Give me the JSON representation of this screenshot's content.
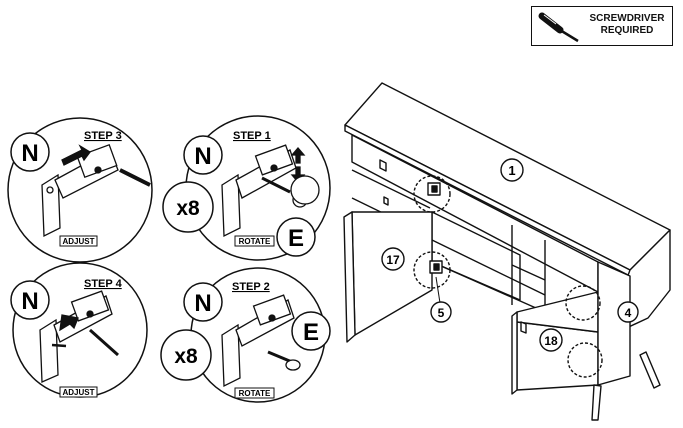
{
  "notice": {
    "line1": "SCREWDRIVER",
    "line2": "REQUIRED",
    "icon": "screwdriver-icon"
  },
  "steps": [
    {
      "step": "STEP 3",
      "part": "N",
      "action": "ADJUST"
    },
    {
      "step": "STEP 1",
      "part": "N",
      "action": "ROTATE",
      "qty": "x8",
      "fastener": "E"
    },
    {
      "step": "STEP 4",
      "part": "N",
      "action": "ADJUST"
    },
    {
      "step": "STEP 2",
      "part": "N",
      "action": "ROTATE",
      "qty": "x8",
      "fastener": "E"
    }
  ],
  "cabinet_parts": {
    "top": "1",
    "side": "4",
    "shelf": "5",
    "left_door": "17",
    "right_door": "18"
  }
}
